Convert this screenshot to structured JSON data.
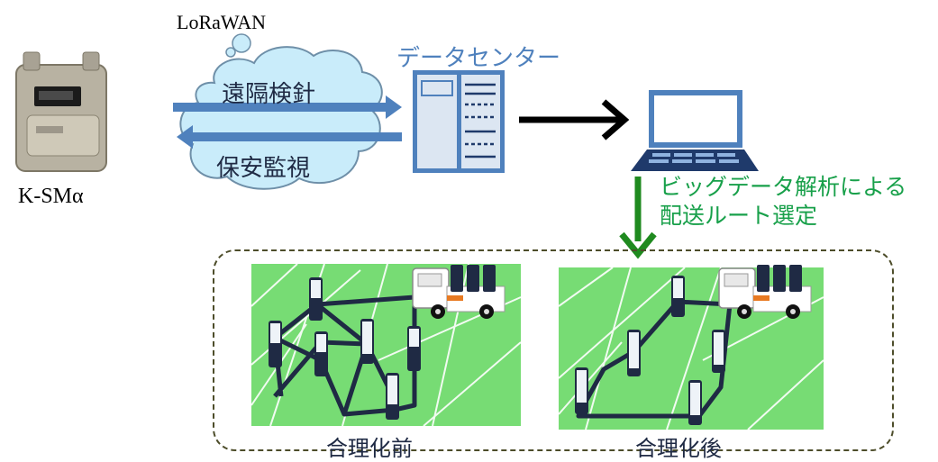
{
  "lorawan_label": "LoRaWAN",
  "device_label": "K-SMα",
  "cloud_text_1": "遠隔検針",
  "cloud_text_2": "保安監視",
  "datacenter_label": "データセンター",
  "analysis_text_line1": "ビッグデータ解析による",
  "analysis_text_line2": "配送ルート選定",
  "before_caption": "合理化前",
  "after_caption": "合理化後",
  "colors": {
    "flow_arrow": "#4f81bd",
    "cloud_fill": "#c9ecfa",
    "green_text": "#18a04a",
    "green_arrow": "#1f8a1f",
    "map_green": "#77dc74",
    "route_dark": "#1f2a44",
    "datacenter_blue": "#4f81bd",
    "server_fill": "#dce6f2",
    "dashed_border": "#4d4d2a"
  }
}
